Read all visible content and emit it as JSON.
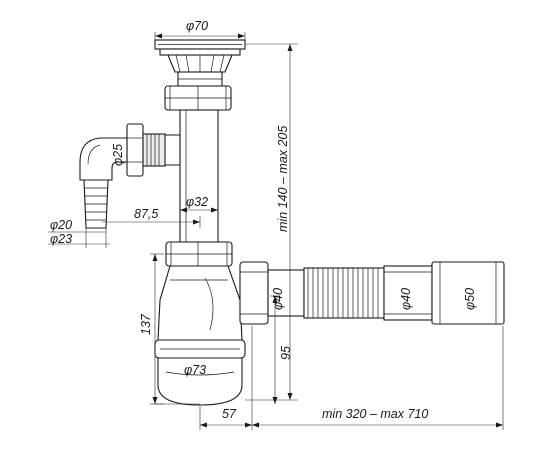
{
  "dimensions": {
    "drain_diameter": "φ70",
    "hose_nipple_diameter": "φ25",
    "tube_diameter": "φ32",
    "nipple_inner": "φ20",
    "nipple_outer": "φ23",
    "side_offset": "87,5",
    "height_range": "min 140 – max 205",
    "bottle_height": "137",
    "outlet_diameter_1": "φ40",
    "outlet_diameter_2": "φ40",
    "outlet_diameter_3": "φ50",
    "bottle_diameter": "φ73",
    "outlet_height": "95",
    "outlet_offset": "57",
    "length_range": "min 320 – max 710"
  }
}
